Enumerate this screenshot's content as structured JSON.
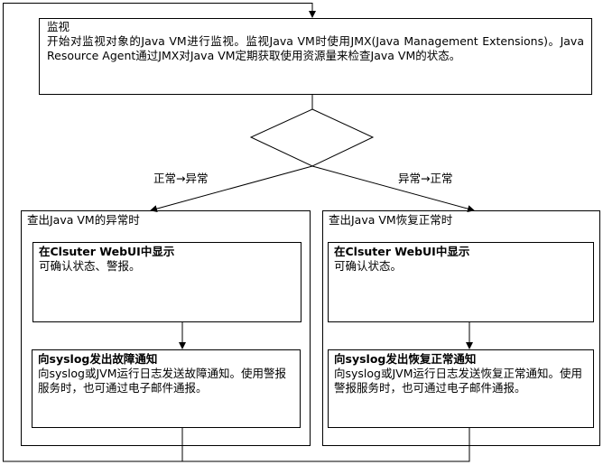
{
  "monitor": {
    "title": "监视",
    "body": "开始对监视对象的Java VM进行监视。监视Java VM时使用JMX(Java Management Extensions)。Java Resource Agent通过JMX对Java VM定期获取使用资源量来检查Java VM的状态。"
  },
  "branches": {
    "left_label": "正常→异常",
    "right_label": "异常→正常"
  },
  "left": {
    "title": "查出Java VM的异常时",
    "step1_title": "在Clsuter WebUI中显示",
    "step1_body": "可确认状态、警报。",
    "step2_title": "向syslog发出故障通知",
    "step2_body": "向syslog或JVM运行日志发送故障通知。使用警报服务时，也可通过电子邮件通报。"
  },
  "right": {
    "title": "查出Java VM恢复正常时",
    "step1_title": "在Clsuter WebUI中显示",
    "step1_body": "可确认状态。",
    "step2_title": "向syslog发出恢复正常通知",
    "step2_body": "向syslog或JVM运行日志发送恢复正常通知。使用警报服务时，也可通过电子邮件通报。"
  }
}
